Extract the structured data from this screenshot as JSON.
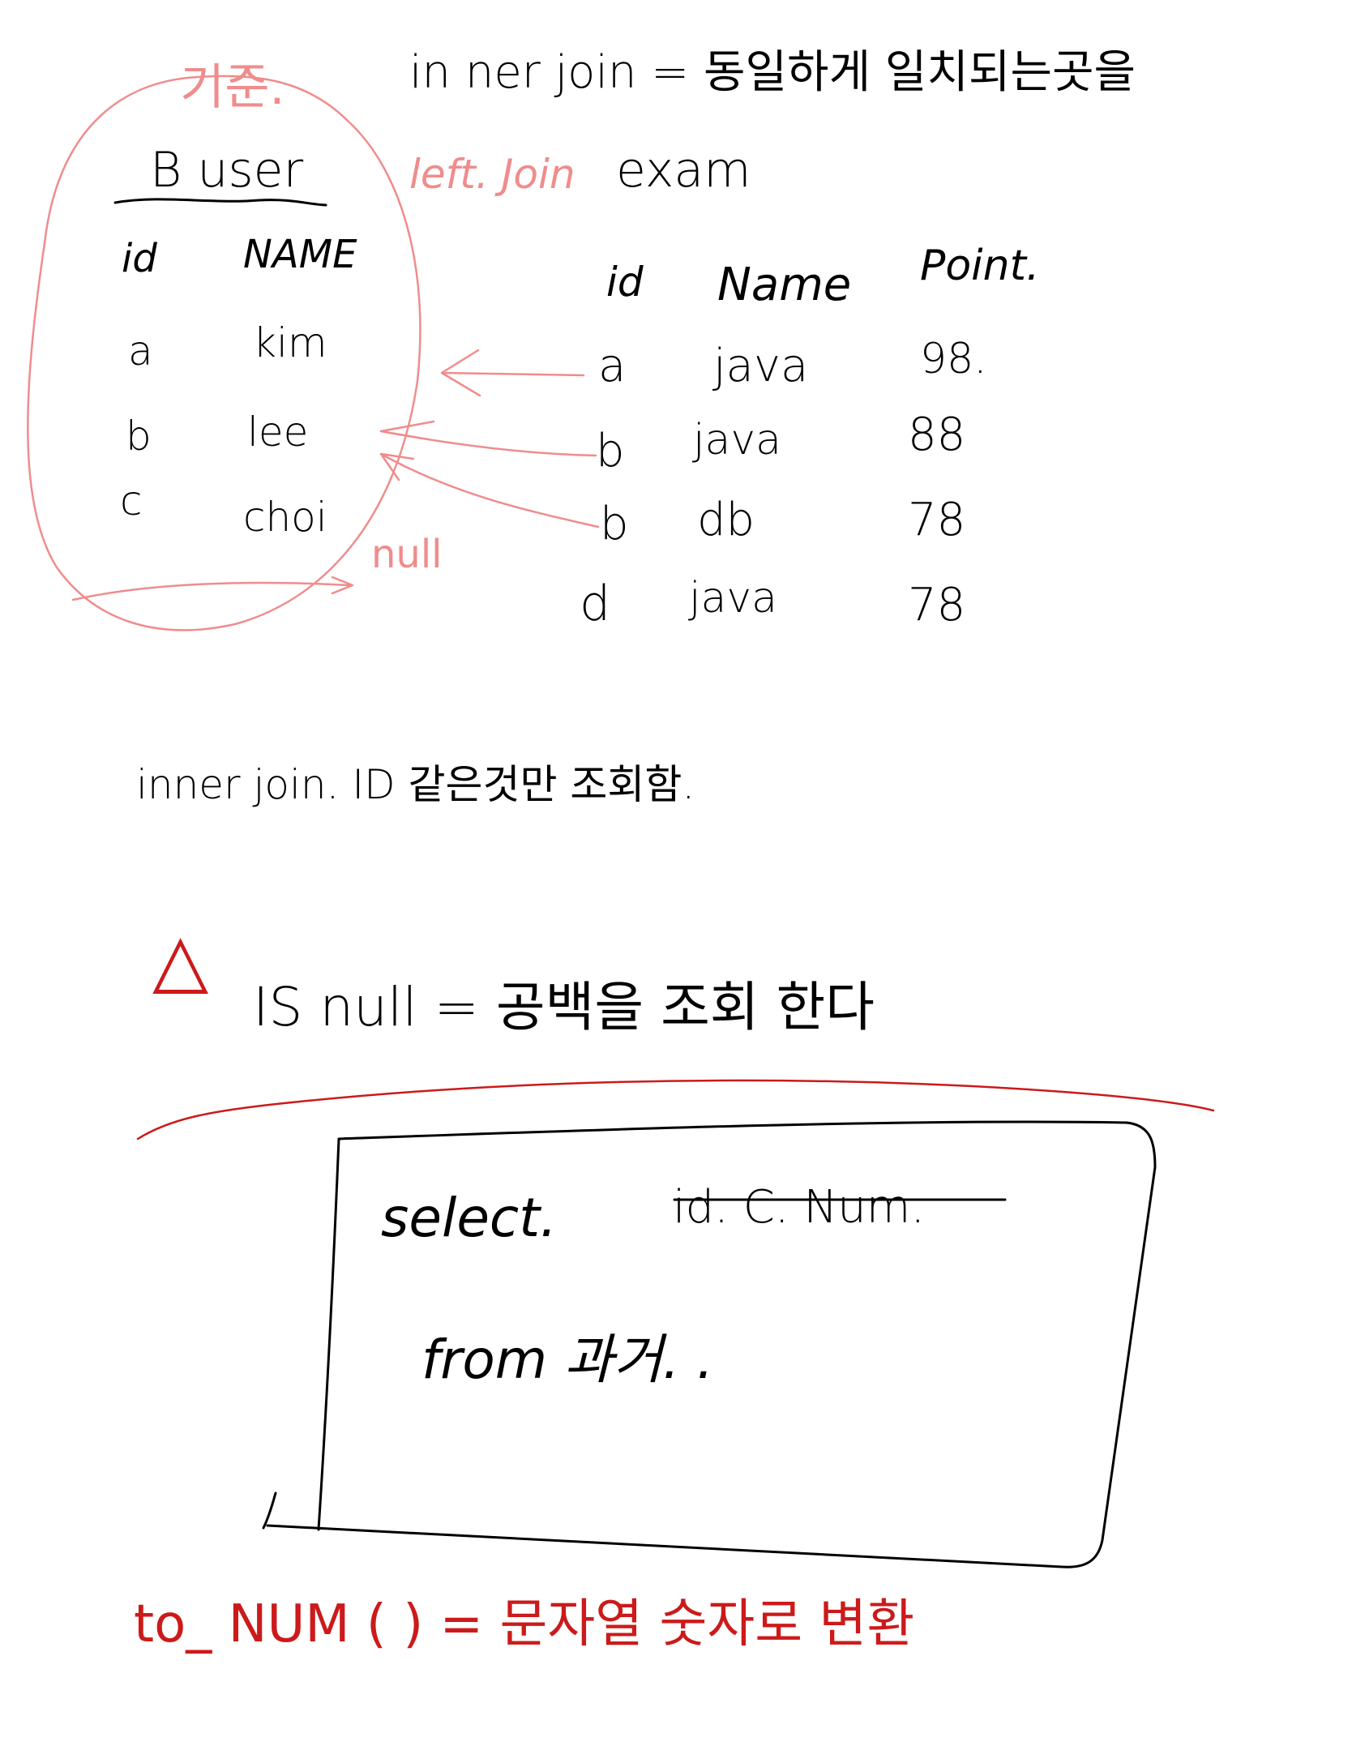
{
  "colors": {
    "ink": "#000000",
    "pink": "#f08c8c",
    "red": "#cc1a1a"
  },
  "top_note": "in ner join = 동일하게 일치되는곳을",
  "corner_mark": "기준.",
  "left_table": {
    "title": "B user",
    "headers": [
      "id",
      "NAME"
    ],
    "rows": [
      [
        "a",
        "kim"
      ],
      [
        "b",
        "lee"
      ],
      [
        "c",
        "choi"
      ]
    ]
  },
  "join_label": "left. Join",
  "null_label": "null",
  "right_table": {
    "title": "exam",
    "headers": [
      "id",
      "Name",
      "Point."
    ],
    "rows": [
      [
        "a",
        "java",
        "98."
      ],
      [
        "b",
        "java",
        "88"
      ],
      [
        "b",
        "db",
        "78"
      ],
      [
        "d",
        "java",
        "78"
      ]
    ]
  },
  "inner_join_note": "inner join. ID 같은것만 조회함.",
  "triangle_mark": "△",
  "is_null_note": "IS null = 공백을 조회 한다",
  "sql_box": {
    "line1": "select.",
    "line1_struck": "id. C. Num.",
    "line2": "from 과거. ."
  },
  "to_num_note": "to_ NUM ( ) = 문자열 숫자로 변환"
}
